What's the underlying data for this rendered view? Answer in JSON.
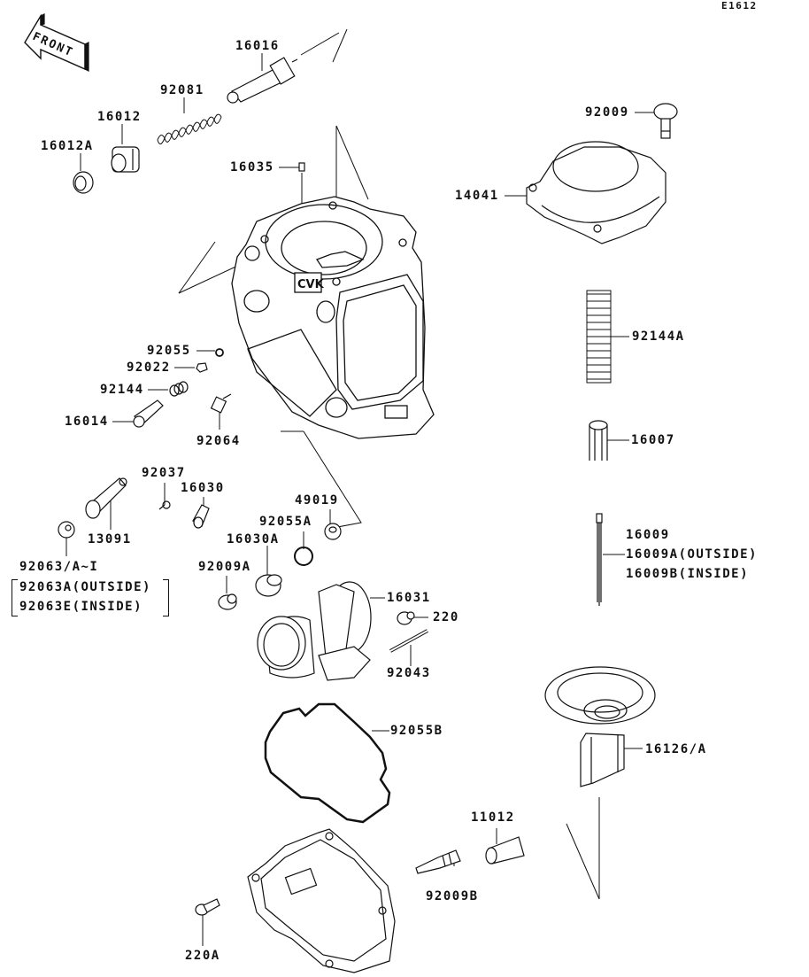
{
  "diagram": {
    "code": "E1612",
    "front_arrow_label": "FRONT",
    "parts": {
      "p16016": "16016",
      "p92081": "92081",
      "p16012": "16012",
      "p16012A": "16012A",
      "p16035": "16035",
      "p92009": "92009",
      "p14041": "14041",
      "p92144A": "92144A",
      "p16007": "16007",
      "p16009": "16009",
      "p16009A": "16009A(OUTSIDE)",
      "p16009B": "16009B(INSIDE)",
      "p92055": "92055",
      "p92022": "92022",
      "p92144": "92144",
      "p16014": "16014",
      "p92064": "92064",
      "p92037": "92037",
      "p16030": "16030",
      "p49019": "49019",
      "p92055A": "92055A",
      "p16030A": "16030A",
      "p13091": "13091",
      "p92063": "92063/A~I",
      "p92063A": "92063A(OUTSIDE)",
      "p92063E": "92063E(INSIDE)",
      "p92009A": "92009A",
      "p16031": "16031",
      "p220": "220",
      "p92043": "92043",
      "p92055B": "92055B",
      "p16126": "16126/A",
      "p11012": "11012",
      "p92009B": "92009B",
      "p220A": "220A"
    },
    "body_marking": "CVK"
  }
}
